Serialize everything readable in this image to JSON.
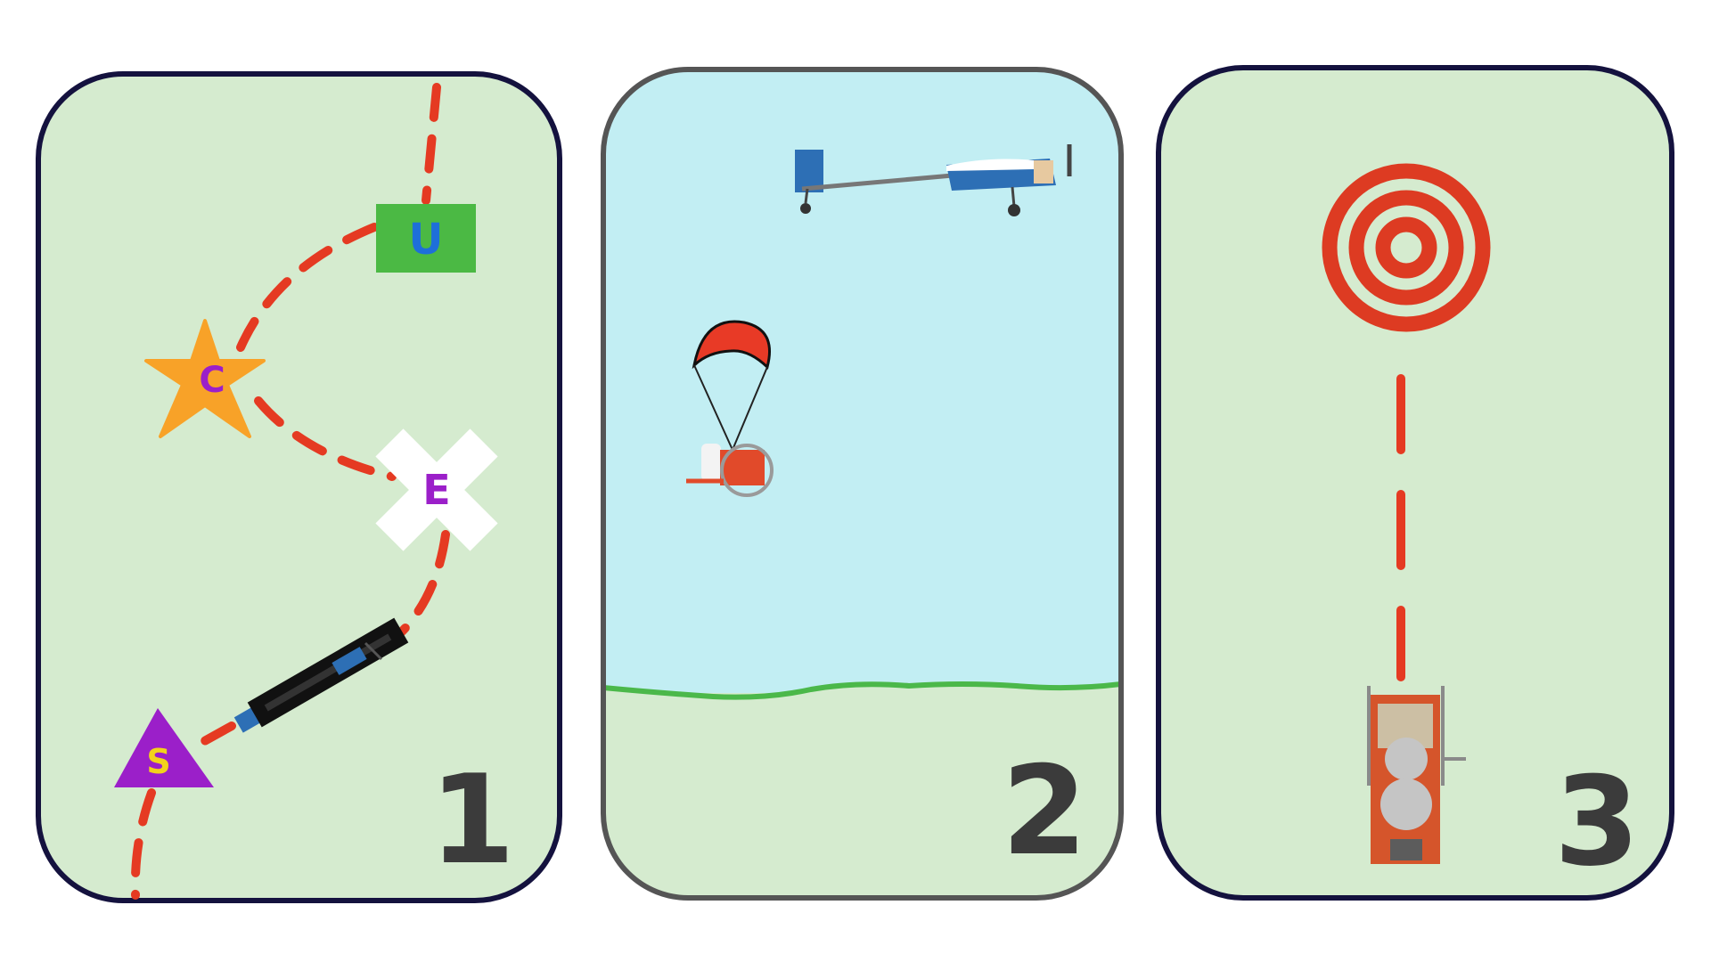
{
  "panels": [
    {
      "number": "1",
      "waypoints": [
        {
          "letter": "U",
          "color": "#1e6fd9"
        },
        {
          "letter": "C",
          "color": "#9b1fc9"
        },
        {
          "letter": "E",
          "color": "#9b1fc9"
        },
        {
          "letter": "S",
          "color": "#f2d21c"
        }
      ]
    },
    {
      "number": "2"
    },
    {
      "number": "3"
    }
  ],
  "colors": {
    "panel_fill": "#d5ebcf",
    "sky_fill": "#c2eef3",
    "border_dark": "#14123e",
    "border_gray": "#555555",
    "path_red": "#e53a22",
    "grass_line": "#4bb84a",
    "number_text": "#3b3b3b",
    "marker_green": "#4bb944",
    "marker_orange": "#f8a228",
    "marker_purple": "#9b1fc9",
    "target_red": "#dd3b22"
  }
}
